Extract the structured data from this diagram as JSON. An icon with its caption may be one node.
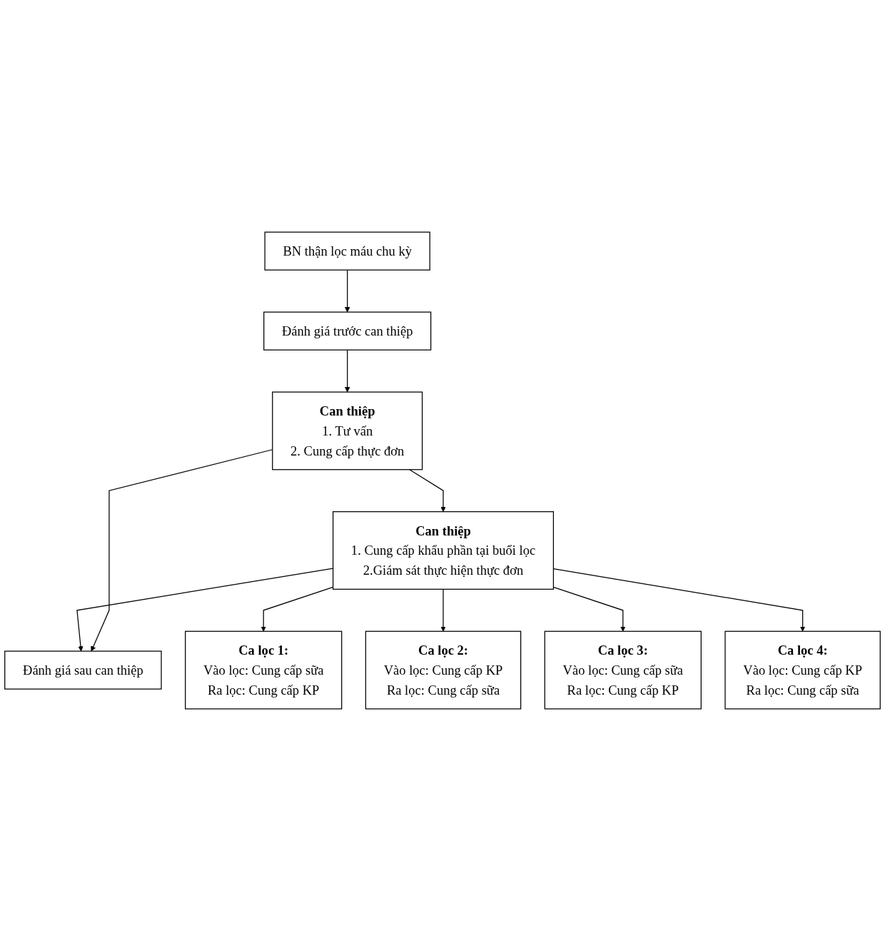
{
  "diagram": {
    "nodes": [
      {
        "text": [
          "BN thận lọc máu chu kỳ"
        ]
      },
      {
        "text": [
          "Đánh giá trước can thiệp"
        ]
      },
      {
        "text": [
          "Can thiệp",
          "1. Tư vấn",
          "2. Cung cấp thực đơn"
        ]
      },
      {
        "text": [
          "Can thiệp",
          "1. Cung cấp khẩu phần tại buổi lọc",
          "2.Giám sát thực hiện thực đơn"
        ]
      },
      {
        "text": [
          "Đánh giá sau can thiệp"
        ]
      },
      {
        "text": [
          "Ca lọc 1:",
          "Vào lọc: Cung cấp sữa",
          "Ra lọc: Cung cấp KP"
        ]
      },
      {
        "text": [
          "Ca lọc 2:",
          "Vào lọc: Cung cấp KP",
          "Ra lọc: Cung cấp sữa"
        ]
      },
      {
        "text": [
          "Ca lọc 3:",
          "Vào lọc: Cung cấp sữa",
          "Ra lọc: Cung cấp KP"
        ]
      },
      {
        "text": [
          "Ca lọc 4:",
          "Vào lọc: Cung cấp KP",
          "Ra lọc: Cung cấp sữa"
        ]
      }
    ],
    "edges": [
      {
        "from": 0,
        "to": 1,
        "arrow": "to"
      },
      {
        "from": 1,
        "to": 2,
        "arrow": "to"
      },
      {
        "from": 2,
        "to": 3,
        "arrow": "to"
      },
      {
        "from": 3,
        "to": 4,
        "arrow": "to"
      },
      {
        "from": 2,
        "to": 4,
        "arrow": "to"
      },
      {
        "from": 3,
        "to": 5,
        "arrow": "to"
      },
      {
        "from": 3,
        "to": 6,
        "arrow": "to"
      },
      {
        "from": 3,
        "to": 7,
        "arrow": "to"
      },
      {
        "from": 3,
        "to": 8,
        "arrow": "to"
      }
    ]
  }
}
